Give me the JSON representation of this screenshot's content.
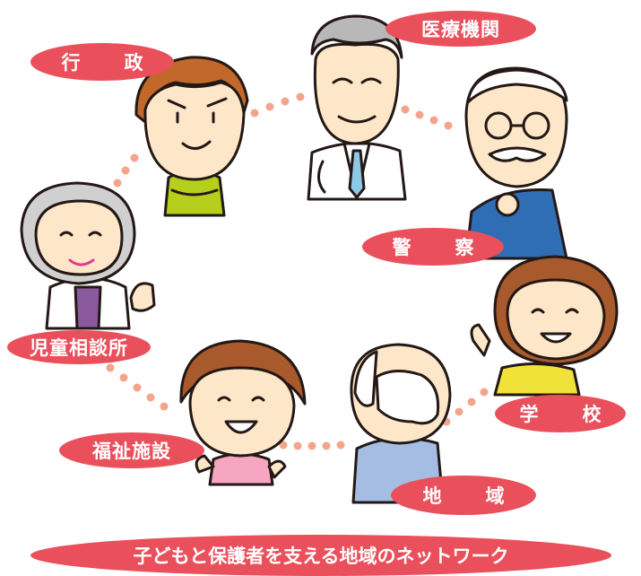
{
  "labels": {
    "gyosei": "行　政",
    "iryo": "医療機関",
    "keisatsu": "警　察",
    "jido": "児童相談所",
    "gakko": "学　校",
    "fukushi": "福祉施設",
    "chiiki": "地　域"
  },
  "banner": "子どもと保護者を支える地域のネットワーク",
  "colors": {
    "label_bg": "#e9505c",
    "label_text": "#ffffff",
    "dots": "#f2a58c",
    "skin": "#fde7c8",
    "outline": "#231815"
  }
}
